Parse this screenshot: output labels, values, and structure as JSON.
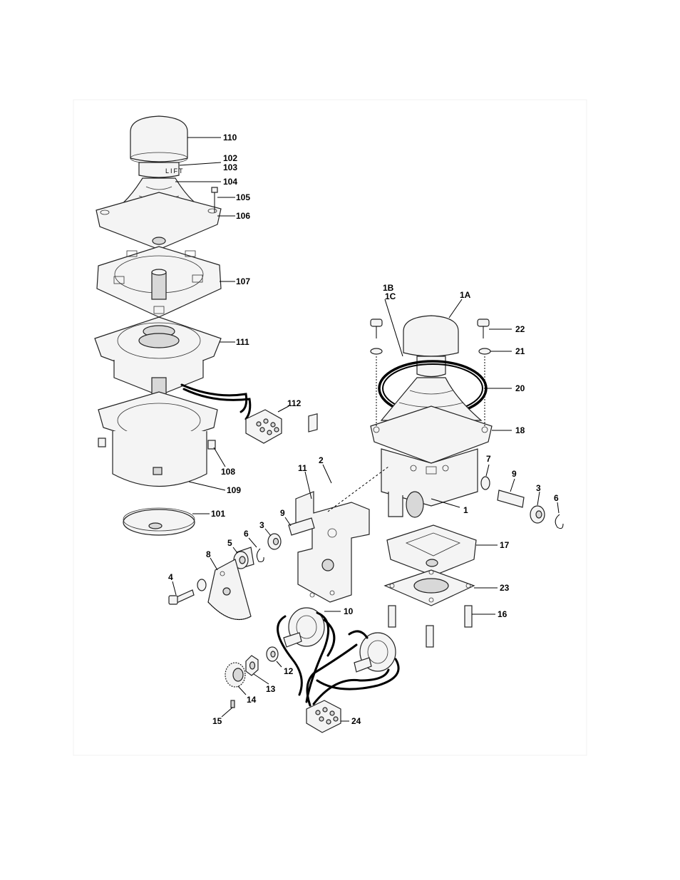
{
  "labels": {
    "l110": "110",
    "l102": "102",
    "l103": "103",
    "l104": "104",
    "l105": "105",
    "l106": "106",
    "l107": "107",
    "l111": "111",
    "l112": "112",
    "l108": "108",
    "l109": "109",
    "l101": "101",
    "l1b": "1B",
    "l1c": "1C",
    "l1a": "1A",
    "l22": "22",
    "l21": "21",
    "l20": "20",
    "l18": "18",
    "l7": "7",
    "l9r": "9",
    "l3r": "3",
    "l6r": "6",
    "l1": "1",
    "l17": "17",
    "l23": "23",
    "l16": "16",
    "l2": "2",
    "l11": "11",
    "l9": "9",
    "l3": "3",
    "l6": "6",
    "l5": "5",
    "l8": "8",
    "l4": "4",
    "l10": "10",
    "l12": "12",
    "l13": "13",
    "l14": "14",
    "l15": "15",
    "l24": "24"
  },
  "knob_text": "LIFT"
}
